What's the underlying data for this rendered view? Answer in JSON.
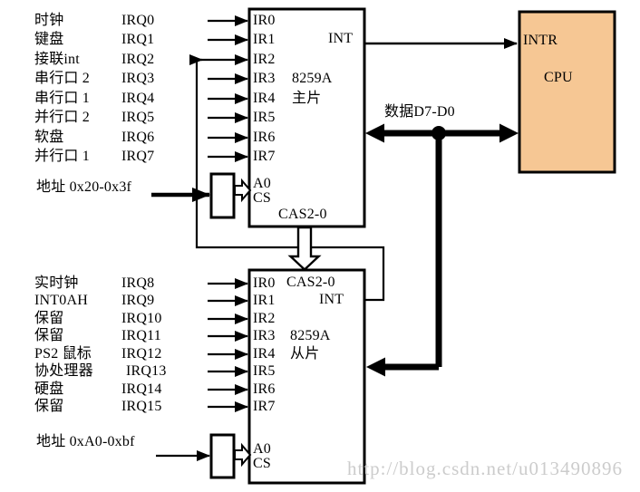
{
  "palette": {
    "cpu_fill": "#F6C794",
    "line_color": "#000000",
    "watermark_color": "#cccccc"
  },
  "irq_table_master": {
    "rows": [
      {
        "device": "时钟",
        "irq": "IRQ0"
      },
      {
        "device": "键盘",
        "irq": "IRQ1"
      },
      {
        "device": "接联int",
        "irq": "IRQ2"
      },
      {
        "device": "串行口 2",
        "irq": "IRQ3"
      },
      {
        "device": "串行口 1",
        "irq": "IRQ4"
      },
      {
        "device": "并行口 2",
        "irq": "IRQ5"
      },
      {
        "device": "软盘",
        "irq": "IRQ6"
      },
      {
        "device": "并行口 1",
        "irq": "IRQ7"
      }
    ]
  },
  "irq_table_slave": {
    "rows": [
      {
        "device": "实时钟",
        "irq": "IRQ8"
      },
      {
        "device": "INT0AH",
        "irq": "IRQ9"
      },
      {
        "device": "保留",
        "irq": "IRQ10"
      },
      {
        "device": "保留",
        "irq": "IRQ11"
      },
      {
        "device": "PS2 鼠标",
        "irq": "IRQ12"
      },
      {
        "device": "协处理器",
        "irq": "IRQ13"
      },
      {
        "device": "硬盘",
        "irq": "IRQ14"
      },
      {
        "device": "保留",
        "irq": "IRQ15"
      }
    ]
  },
  "master_chip": {
    "pins": [
      "IR0",
      "IR1",
      "IR2",
      "IR3",
      "IR4",
      "IR5",
      "IR6",
      "IR7"
    ],
    "int_label": "INT",
    "title_line1": "8259A",
    "title_line2": "主片",
    "a0": "A0",
    "cs": "CS",
    "cas": "CAS2-0"
  },
  "slave_chip": {
    "pins": [
      "IR0",
      "IR1",
      "IR2",
      "IR3",
      "IR4",
      "IR5",
      "IR6",
      "IR7"
    ],
    "cas_top": "CAS2-0",
    "int_label": "INT",
    "title_line1": "8259A",
    "title_line2": "从片",
    "a0": "A0",
    "cs": "CS"
  },
  "cpu": {
    "intr_label": "INTR",
    "name": "CPU"
  },
  "labels": {
    "data_bus": "数据D7-D0",
    "addr_master": "地址 0x20-0x3f",
    "addr_slave": "地址 0xA0-0xbf"
  },
  "watermark": "http://blog.csdn.net/u013490896"
}
